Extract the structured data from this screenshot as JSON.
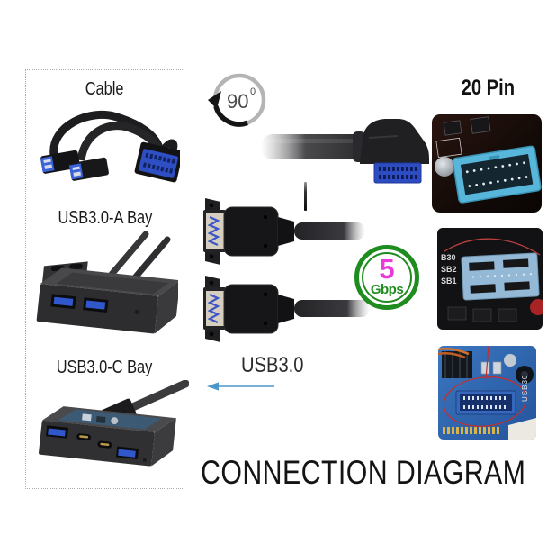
{
  "poster": {
    "title": "CONNECTION DIAGRAM"
  },
  "left_panel": {
    "items": [
      {
        "label": "Cable"
      },
      {
        "label": "USB3.0-A Bay"
      },
      {
        "label": "USB3.0-C Bay"
      }
    ]
  },
  "center": {
    "rotation_angle": "90",
    "rotation_degree_mark": "0",
    "cable_type_label": "USB3.0"
  },
  "right_panel": {
    "header_label": "20 Pin",
    "speed_badge": {
      "value": "5",
      "unit": "Gbps"
    },
    "photo_silkscreen": {
      "labels": [
        "B30",
        "SB2",
        "SB1"
      ],
      "rotated_label": "USB30"
    }
  },
  "colors": {
    "speed_badge_green": "#1f8c1f",
    "speed_value_magenta": "#e93adb",
    "arrow_blue": "#4a97c8",
    "usb_connector_blue": "#2e4ec4",
    "header_cyan": "#57b6da",
    "header_light_blue": "#93b9d6",
    "pcb_blue": "#3568bc",
    "annotation_red": "#c03030"
  }
}
